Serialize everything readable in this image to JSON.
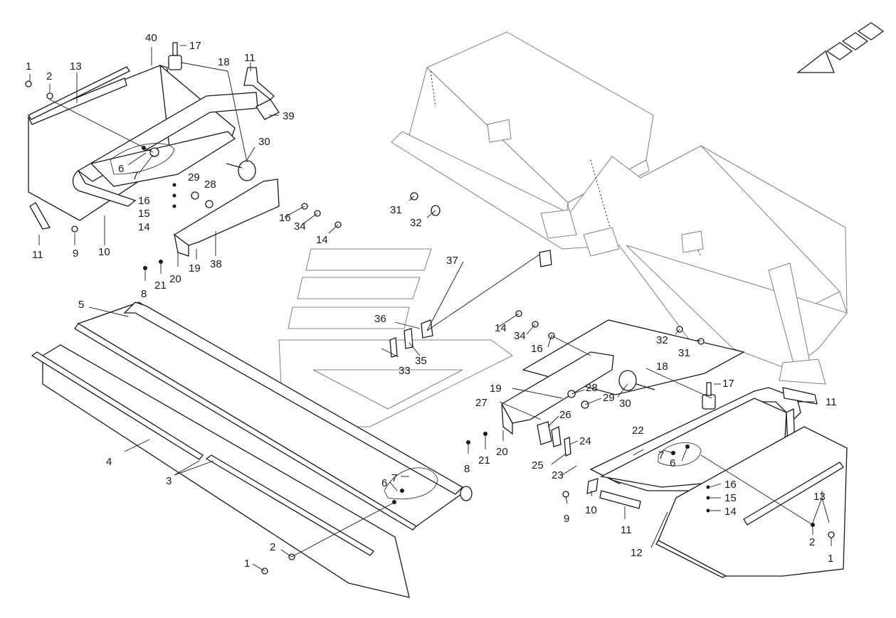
{
  "colors": {
    "line": "#1a1a1a",
    "ghost": "#808080",
    "background": "#ffffff"
  },
  "icons": {
    "direction": "direction-arrow-icon"
  },
  "callouts": [
    {
      "id": "c1a",
      "text": "1"
    },
    {
      "id": "c2a",
      "text": "2"
    },
    {
      "id": "c13a",
      "text": "13"
    },
    {
      "id": "c40",
      "text": "40"
    },
    {
      "id": "c17a",
      "text": "17"
    },
    {
      "id": "c18a",
      "text": "18"
    },
    {
      "id": "c11a",
      "text": "11"
    },
    {
      "id": "c39",
      "text": "39"
    },
    {
      "id": "c30a",
      "text": "30"
    },
    {
      "id": "c6a",
      "text": "6"
    },
    {
      "id": "c7a",
      "text": "7"
    },
    {
      "id": "c29a",
      "text": "29"
    },
    {
      "id": "c28a",
      "text": "28"
    },
    {
      "id": "c16a",
      "text": "16"
    },
    {
      "id": "c15a",
      "text": "15"
    },
    {
      "id": "c14a",
      "text": "14"
    },
    {
      "id": "c16b",
      "text": "16"
    },
    {
      "id": "c34a",
      "text": "34"
    },
    {
      "id": "c14b",
      "text": "14"
    },
    {
      "id": "c11b",
      "text": "11"
    },
    {
      "id": "c9a",
      "text": "9"
    },
    {
      "id": "c10a",
      "text": "10"
    },
    {
      "id": "c20a",
      "text": "20"
    },
    {
      "id": "c19a",
      "text": "19"
    },
    {
      "id": "c38",
      "text": "38"
    },
    {
      "id": "c8a",
      "text": "8"
    },
    {
      "id": "c21a",
      "text": "21"
    },
    {
      "id": "c31a",
      "text": "31"
    },
    {
      "id": "c32a",
      "text": "32"
    },
    {
      "id": "c37",
      "text": "37"
    },
    {
      "id": "c36",
      "text": "36"
    },
    {
      "id": "c33",
      "text": "33"
    },
    {
      "id": "c35",
      "text": "35"
    },
    {
      "id": "c5",
      "text": "5"
    },
    {
      "id": "c4",
      "text": "4"
    },
    {
      "id": "c3",
      "text": "3"
    },
    {
      "id": "c7b",
      "text": "7"
    },
    {
      "id": "c6b",
      "text": "6"
    },
    {
      "id": "c2b",
      "text": "2"
    },
    {
      "id": "c1b",
      "text": "1"
    },
    {
      "id": "c14c",
      "text": "14"
    },
    {
      "id": "c34b",
      "text": "34"
    },
    {
      "id": "c16c",
      "text": "16"
    },
    {
      "id": "c32b",
      "text": "32"
    },
    {
      "id": "c31b",
      "text": "31"
    },
    {
      "id": "c18b",
      "text": "18"
    },
    {
      "id": "c17b",
      "text": "17"
    },
    {
      "id": "c19b",
      "text": "19"
    },
    {
      "id": "c28b",
      "text": "28"
    },
    {
      "id": "c29b",
      "text": "29"
    },
    {
      "id": "c30b",
      "text": "30"
    },
    {
      "id": "c27",
      "text": "27"
    },
    {
      "id": "c26",
      "text": "26"
    },
    {
      "id": "c24",
      "text": "24"
    },
    {
      "id": "c11c",
      "text": "11"
    },
    {
      "id": "c22",
      "text": "22"
    },
    {
      "id": "c7c",
      "text": "7"
    },
    {
      "id": "c6c",
      "text": "6"
    },
    {
      "id": "c8b",
      "text": "8"
    },
    {
      "id": "c21b",
      "text": "21"
    },
    {
      "id": "c20b",
      "text": "20"
    },
    {
      "id": "c25",
      "text": "25"
    },
    {
      "id": "c23",
      "text": "23"
    },
    {
      "id": "c9b",
      "text": "9"
    },
    {
      "id": "c10b",
      "text": "10"
    },
    {
      "id": "c11d",
      "text": "11"
    },
    {
      "id": "c16d",
      "text": "16"
    },
    {
      "id": "c15b",
      "text": "15"
    },
    {
      "id": "c14d",
      "text": "14"
    },
    {
      "id": "c13b",
      "text": "13"
    },
    {
      "id": "c12",
      "text": "12"
    },
    {
      "id": "c2c",
      "text": "2"
    },
    {
      "id": "c1c",
      "text": "1"
    }
  ]
}
